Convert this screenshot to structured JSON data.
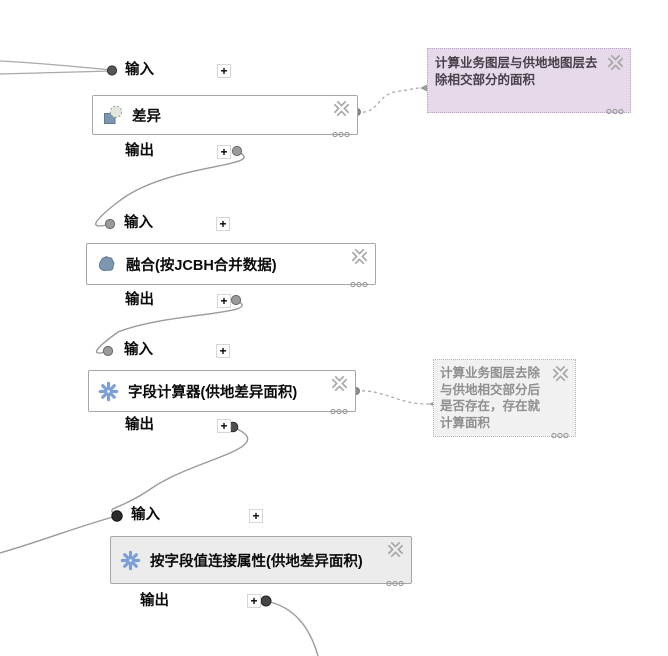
{
  "labels": {
    "input": "输入",
    "output": "输出",
    "add": "+"
  },
  "nodes": [
    {
      "title": "差异",
      "icon": "difference-icon"
    },
    {
      "title": "融合(按JCBH合并数据)",
      "icon": "dissolve-icon"
    },
    {
      "title": "字段计算器(供地差异面积)",
      "icon": "field-calculator-icon"
    },
    {
      "title": "按字段值连接属性(供地差异面积)",
      "icon": "join-attributes-icon"
    }
  ],
  "comments": [
    {
      "text": "计算业务图层与供地地图层去除相交部分的面积"
    },
    {
      "text": "计算业务图层去除与供地相交部分后是否存在，存在就计算面积"
    }
  ],
  "colors": {
    "canvas_bg": "#ffffff",
    "node_bg": "#ffffff",
    "selected_node_bg": "#ececec",
    "node_border": "#a6a6a6",
    "wire": "#9a9a9a",
    "comment_purple_bg": "#e6d9ea",
    "comment_gray_bg": "#f1f1f1",
    "icon_blue": "#7b9fd6",
    "icon_slate": "#7e97b0"
  }
}
